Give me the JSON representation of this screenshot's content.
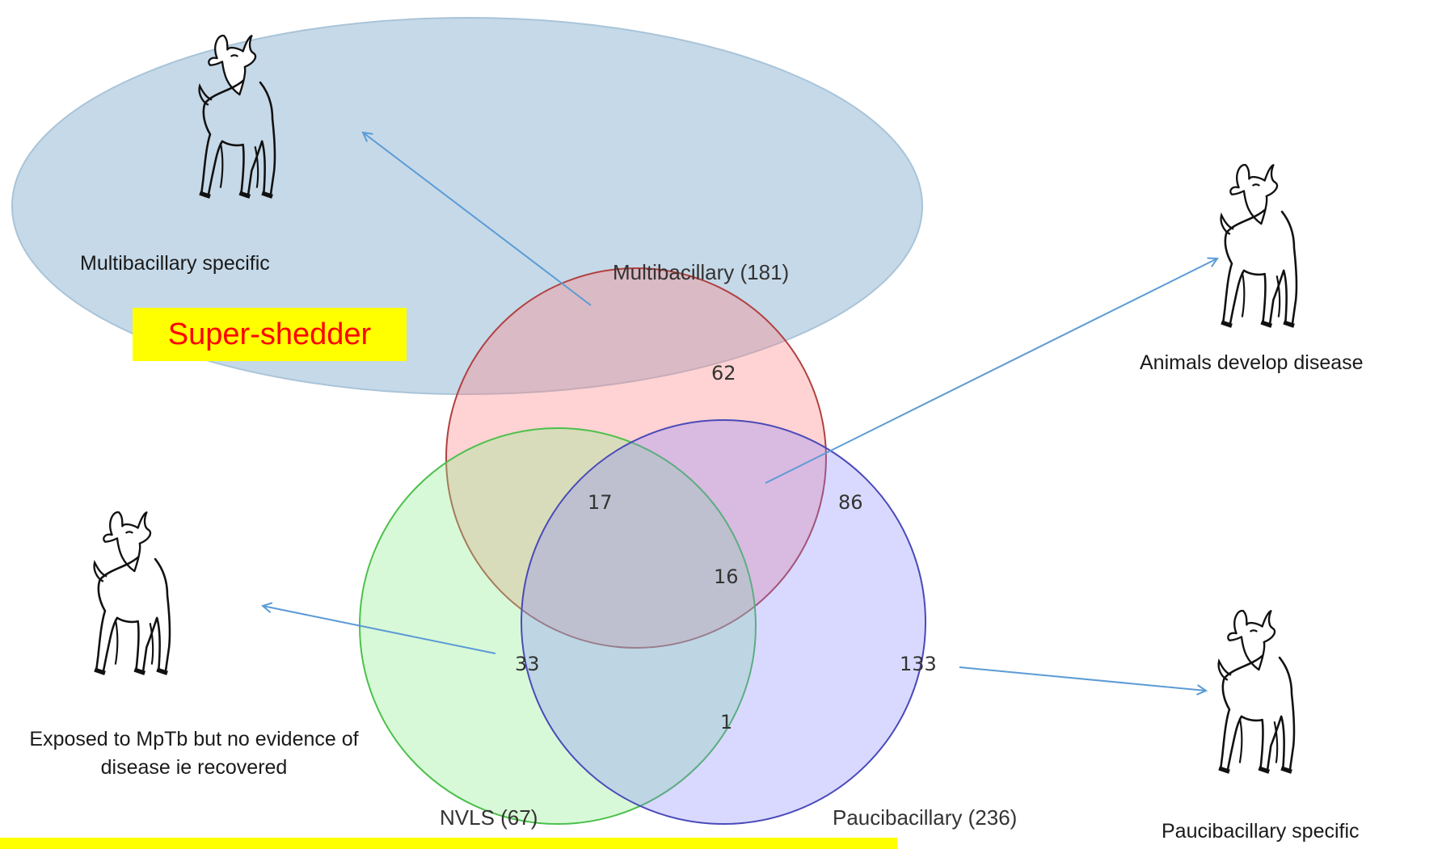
{
  "sets": {
    "multibacillary": {
      "label": "Multibacillary (181)",
      "color": "#ff6f6f"
    },
    "nvls": {
      "label": "NVLS (67)",
      "color": "#66dd66"
    },
    "paucibacillary": {
      "label": "Paucibacillary  (236)",
      "color": "#6a6aff"
    }
  },
  "regions": {
    "multibacillary_only": "62",
    "multi_nvls": "17",
    "multi_pauci": "86",
    "all_three": "16",
    "nvls_only": "33",
    "pauci_only": "133",
    "nvls_pauci": "1"
  },
  "annotations": {
    "multibacillary_specific": "Multibacillary specific",
    "super_shedder": "Super-shedder",
    "animals_develop_disease": "Animals develop disease",
    "exposed_recovered": "Exposed to MpTb but no evidence of disease ie recovered",
    "paucibacillary_specific": "Paucibacillary specific"
  },
  "colors": {
    "highlight_ellipse": "#bcd2e4",
    "highlight_box": "#ffff00",
    "highlight_text": "#ff0000",
    "arrow": "#5b9bd5"
  },
  "icons": {
    "multibacillary_goat": "goat-kid-icon",
    "disease_goat": "goat-kid-icon",
    "recovered_goat": "goat-kid-icon",
    "paucibacillary_goat": "goat-kid-icon"
  }
}
